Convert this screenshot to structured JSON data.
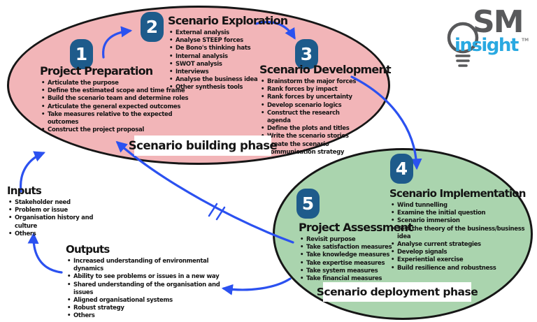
{
  "logo": {
    "sm": "SM",
    "insight": "insight",
    "tm": "TM"
  },
  "phases": {
    "building": "Scenario building phase",
    "deployment": "Scenario deployment phase"
  },
  "steps": [
    {
      "number": "1",
      "title": "Project Preparation",
      "items": [
        "Articulate the purpose",
        "Define the estimated scope and time frame",
        "Build the scenario team and determine roles",
        "Articulate the general expected outcomes",
        "Take measures relative to the expected outcomes",
        "Construct the project proposal"
      ]
    },
    {
      "number": "2",
      "title": "Scenario Exploration",
      "items": [
        "External analysis",
        "Analyse STEEP forces",
        "De Bono's thinking hats",
        "Internal analysis",
        "SWOT analysis",
        "Interviews",
        "Analyse the business idea",
        "Other synthesis tools"
      ]
    },
    {
      "number": "3",
      "title": "Scenario Development",
      "items": [
        "Brainstorm the major forces",
        "Rank forces by impact",
        "Rank forces by uncertainty",
        "Develop scenario logics",
        "Construct the research agenda",
        "Define the plots and titles",
        "Write the scenario stories",
        "Create the scenario communication strategy"
      ]
    },
    {
      "number": "4",
      "title": "Scenario Implementation",
      "items": [
        "Wind tunnelling",
        "Examine the initial question",
        "Scenario immersion",
        "Test the theory of the business/business idea",
        "Analyse current strategies",
        "Develop signals",
        "Experiential exercise",
        "Build resilience and robustness"
      ]
    },
    {
      "number": "5",
      "title": "Project Assessment",
      "items": [
        "Revisit purpose",
        "Take satisfaction measures",
        "Take knowledge measures",
        "Take expertise measures",
        "Take system measures",
        "Take financial measures"
      ]
    }
  ],
  "inputs": {
    "title": "Inputs",
    "items": [
      "Stakeholder need",
      "Problem or issue",
      "Organisation history and culture",
      "Others"
    ]
  },
  "outputs": {
    "title": "Outputs",
    "items": [
      "Increased understanding of environmental dynamics",
      "Ability to see problems or issues in a new way",
      "Shared understanding of the organisation and issues",
      "Aligned organisational systems",
      "Robust strategy",
      "Others"
    ]
  },
  "colors": {
    "building_fill": "#f2b5b8",
    "deployment_fill": "#aad4ae",
    "badge": "#1e5b8b",
    "arrow": "#2b51f0",
    "logo_gray": "#58595b",
    "logo_blue": "#29a9e1"
  }
}
